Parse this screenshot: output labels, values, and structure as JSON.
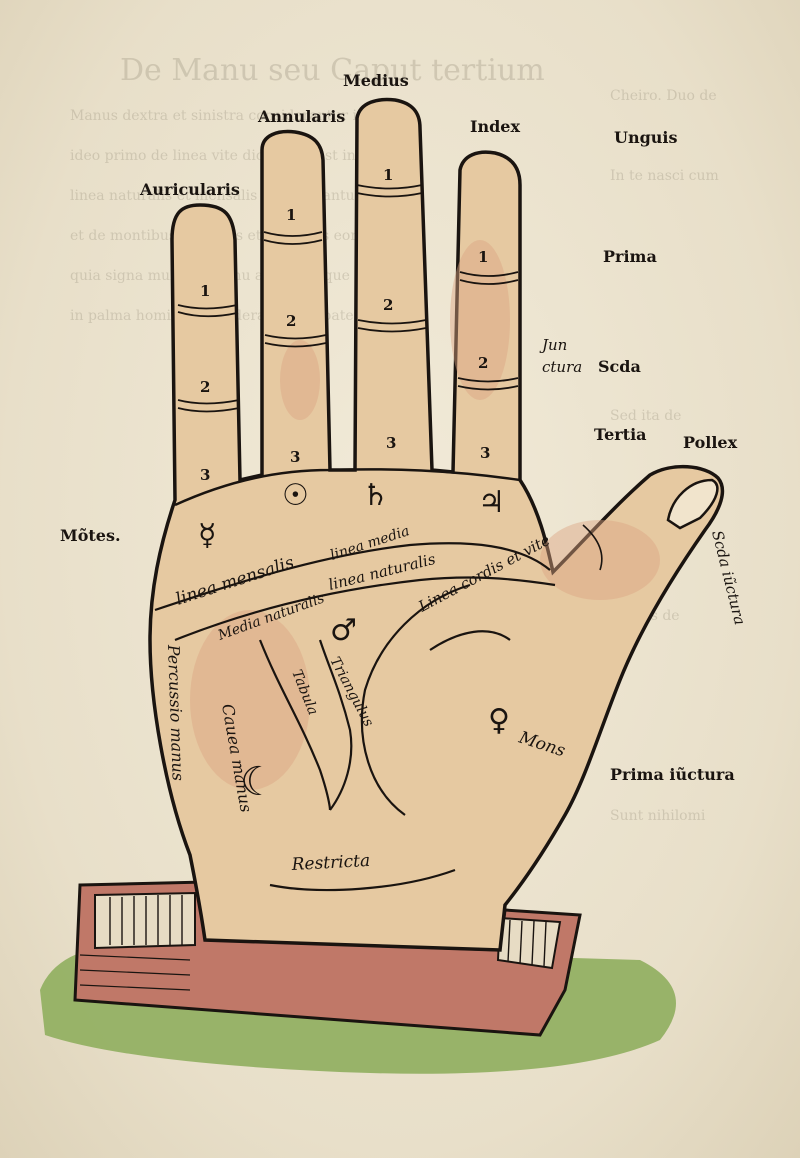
{
  "fingers": {
    "medius": "Medius",
    "annularis": "Annularis",
    "index": "Index",
    "auricularis": "Auricularis",
    "pollex": "Pollex"
  },
  "joints": {
    "unguis": "Unguis",
    "prima": "Prima",
    "junctura_1": "Jun",
    "junctura_2": "ctura",
    "secunda": "Scda",
    "tertia": "Tertia",
    "secunda_iunctura": "Scda iũctura",
    "prima_iunctura": "Prima iũctura"
  },
  "phalanx_numbers": {
    "one": "1",
    "two": "2",
    "three": "3"
  },
  "regions": {
    "montes": "Mõtes.",
    "linea_mensalis": "linea mensalis",
    "linea_media": "linea media",
    "linea_media_naturalis": "Media naturalis",
    "linea_naturalis": "linea naturalis",
    "linea_cordis_et_vite": "Linea cordis et vite",
    "triangulus": "Triangulus",
    "tabula": "Tabula",
    "percussio_manus": "Percussio manus",
    "cauea_manus": "Cauea manus",
    "mons": "Mons",
    "restricta": "Restricta"
  },
  "planet_symbols": {
    "mercury": "☿",
    "sun": "☉",
    "saturn": "♄",
    "jupiter": "♃",
    "mars": "♂",
    "venus": "♀",
    "moon": "☾"
  },
  "colors": {
    "paper": "#ebe3cf",
    "skin": "#e6c9a1",
    "skin_tint": "#dba583",
    "cuff": "#c07868",
    "grass": "#8fae5e",
    "ink": "#1a1410"
  }
}
